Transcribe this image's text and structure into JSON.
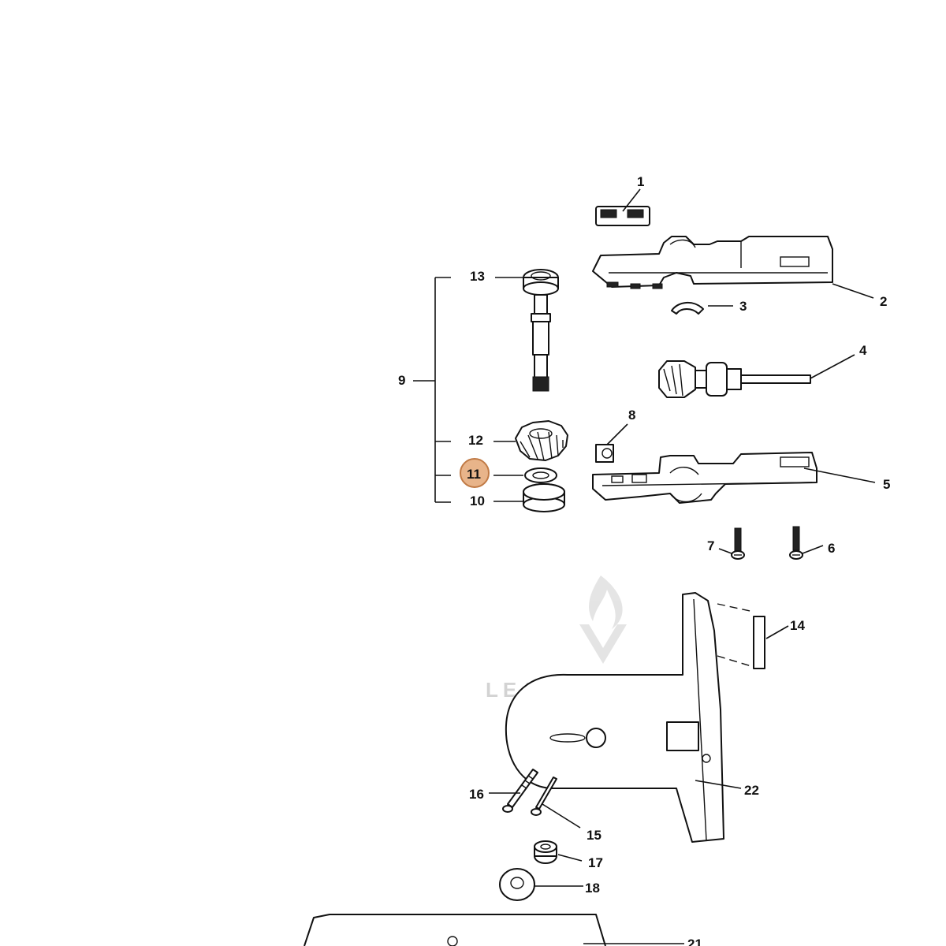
{
  "diagram": {
    "watermark": {
      "text": "LEADVENTURE",
      "icon": "flame-chevron-logo-icon"
    },
    "highlight_color": "#e8b48a",
    "highlight_border": "#c07a45",
    "callouts": {
      "c1": "1",
      "c2": "2",
      "c3": "3",
      "c4": "4",
      "c5": "5",
      "c6": "6",
      "c7": "7",
      "c8": "8",
      "c9": "9",
      "c10": "10",
      "c11": "11",
      "c12": "12",
      "c13": "13",
      "c14": "14",
      "c15": "15",
      "c16": "16",
      "c17": "17",
      "c18": "18",
      "c21": "21",
      "c22": "22"
    },
    "selected_callout": "11"
  }
}
